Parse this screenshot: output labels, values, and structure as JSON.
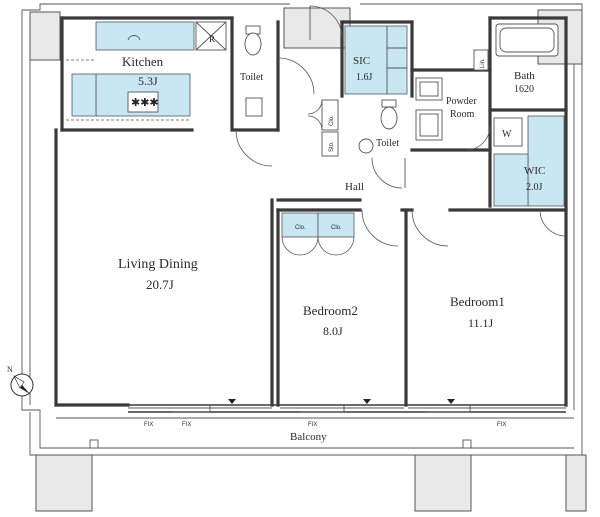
{
  "rooms": {
    "kitchen": {
      "name": "Kitchen",
      "size": "5.3J"
    },
    "toilet_1": {
      "name": "Toilet"
    },
    "sic": {
      "name": "SIC",
      "size": "1.6J"
    },
    "powder_room": {
      "name_line1": "Powder",
      "name_line2": "Room"
    },
    "bath": {
      "name": "Bath",
      "size": "1620"
    },
    "lin": {
      "name": "Lin."
    },
    "wash": {
      "name": "W"
    },
    "cl_1": {
      "name": "Clo."
    },
    "sto": {
      "name": "Sto."
    },
    "toilet_2": {
      "name": "Toilet"
    },
    "hall": {
      "name": "Hall"
    },
    "wic": {
      "name": "WIC",
      "size": "2.0J"
    },
    "living_dining": {
      "name": "Living Dining",
      "size": "20.7J"
    },
    "cl_2": {
      "name": "Clo."
    },
    "cl_3": {
      "name": "Clo."
    },
    "bedroom2": {
      "name": "Bedroom2",
      "size": "8.0J"
    },
    "bedroom1": {
      "name": "Bedroom1",
      "size": "11.1J"
    },
    "balcony": {
      "name": "Balcony"
    },
    "refrigerator": {
      "name": "R"
    }
  },
  "fix_labels": [
    "FIX",
    "FIX",
    "FIX",
    "FIX"
  ],
  "compass": {
    "letter": "N"
  }
}
